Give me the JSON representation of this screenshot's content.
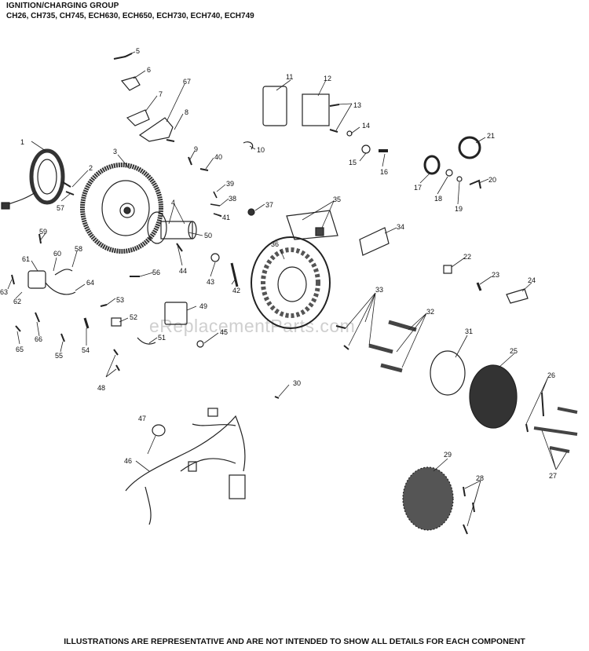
{
  "header": {
    "title": "IGNITION/CHARGING GROUP",
    "models": "CH26, CH735, CH745, ECH630,  ECH650,  ECH730, ECH740, ECH749"
  },
  "footer": "ILLUSTRATIONS ARE REPRESENTATIVE AND ARE NOT INTENDED TO SHOW ALL DETAILS FOR EACH COMPONENT",
  "watermark": "eReplacementParts.com",
  "callouts": [
    "1",
    "2",
    "3",
    "4",
    "5",
    "6",
    "7",
    "8",
    "9",
    "10",
    "11",
    "12",
    "13",
    "14",
    "15",
    "16",
    "17",
    "18",
    "19",
    "20",
    "21",
    "22",
    "23",
    "24",
    "25",
    "26",
    "27",
    "28",
    "29",
    "30",
    "31",
    "32",
    "33",
    "34",
    "35",
    "36",
    "37",
    "38",
    "39",
    "40",
    "41",
    "42",
    "43",
    "44",
    "45",
    "46",
    "47",
    "48",
    "49",
    "50",
    "51",
    "52",
    "53",
    "54",
    "55",
    "56",
    "57",
    "58",
    "59",
    "60",
    "61",
    "62",
    "63",
    "64",
    "65",
    "66",
    "67"
  ]
}
